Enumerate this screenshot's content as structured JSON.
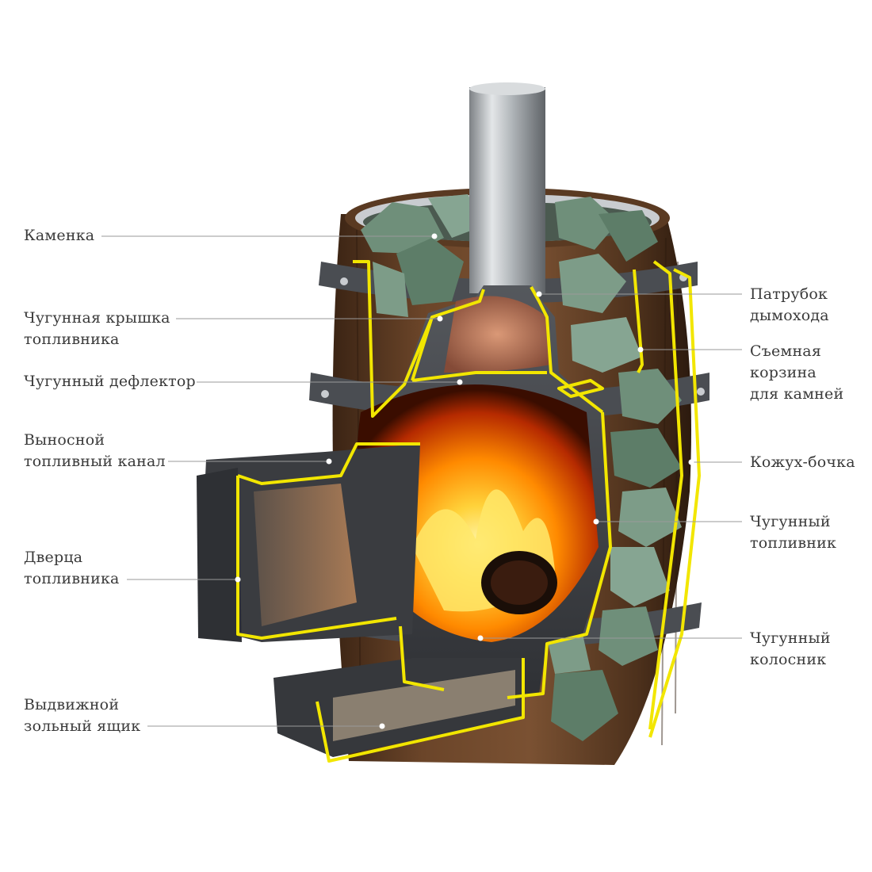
{
  "diagram": {
    "left_labels": [
      {
        "key": "stones",
        "lines": [
          "Каменка"
        ]
      },
      {
        "key": "lid",
        "lines": [
          "Чугунная крышка",
          "топливника"
        ]
      },
      {
        "key": "deflector",
        "lines": [
          "Чугунный дефлектор"
        ]
      },
      {
        "key": "channel",
        "lines": [
          "Выносной",
          "топливный канал"
        ]
      },
      {
        "key": "door",
        "lines": [
          "Дверца",
          "топливника"
        ]
      },
      {
        "key": "ashbox",
        "lines": [
          "Выдвижной",
          "зольный ящик"
        ]
      }
    ],
    "right_labels": [
      {
        "key": "chimney",
        "lines": [
          "Патрубок",
          "дымохода"
        ]
      },
      {
        "key": "basket",
        "lines": [
          "Съемная",
          "корзина",
          "для камней"
        ]
      },
      {
        "key": "barrel",
        "lines": [
          "Кожух-бочка"
        ]
      },
      {
        "key": "firebox",
        "lines": [
          "Чугунный",
          "топливник"
        ]
      },
      {
        "key": "grate",
        "lines": [
          "Чугунный",
          "колосник"
        ]
      }
    ]
  },
  "colors": {
    "outline": "#f2e600",
    "cast_iron": "#3f4146",
    "wood": "#5a3a22",
    "stone": "#6f8f7a",
    "flame": "#ff8a00",
    "chimney": "#b7bcc0",
    "leader": "#9a9a9a"
  }
}
